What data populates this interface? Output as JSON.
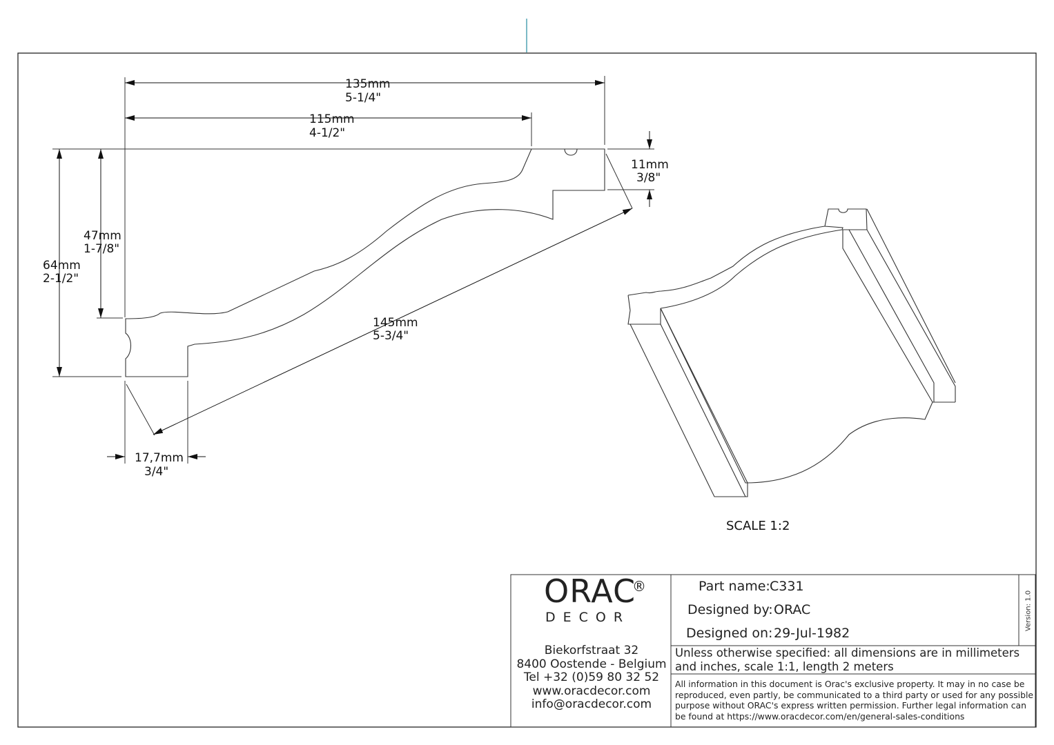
{
  "dimensions": {
    "width_135": {
      "mm": "135mm",
      "inch": "5-1/4\""
    },
    "width_115": {
      "mm": "115mm",
      "inch": "4-1/2\""
    },
    "edge_11": {
      "mm": "11mm",
      "inch": "3/8\""
    },
    "height_47": {
      "mm": "47mm",
      "inch": "1-7/8\""
    },
    "height_64": {
      "mm": "64mm",
      "inch": "2-1/2\""
    },
    "diag_145": {
      "mm": "145mm",
      "inch": "5-3/4\""
    },
    "base_17": {
      "mm": "17,7mm",
      "inch": "3/4\""
    }
  },
  "scale_label": "SCALE  1:2",
  "title_block": {
    "logo_main": "ORAC",
    "logo_reg": "®",
    "logo_sub": "DECOR",
    "address": [
      "Biekorfstraat 32",
      "8400 Oostende - Belgium",
      "Tel  +32 (0)59 80 32 52",
      "www.oracdecor.com",
      "info@oracdecor.com"
    ],
    "part_name_label": "Part name:",
    "part_name_value": "C331",
    "designed_by_label": "Designed by:",
    "designed_by_value": "ORAC",
    "designed_on_label": "Designed on:",
    "designed_on_value": "29-Jul-1982",
    "version": "Version: 1.0",
    "note": "Unless otherwise specified: all dimensions are in millimeters and inches, scale 1:1, length 2 meters",
    "legal": "All information in this document is Orac's exclusive property.  It may in no case be reproduced, even partly, be communicated to a third party or used for any possible purpose without ORAC's express written permission. Further legal information can be found at https://www.oracdecor.com/en/general-sales-conditions"
  }
}
